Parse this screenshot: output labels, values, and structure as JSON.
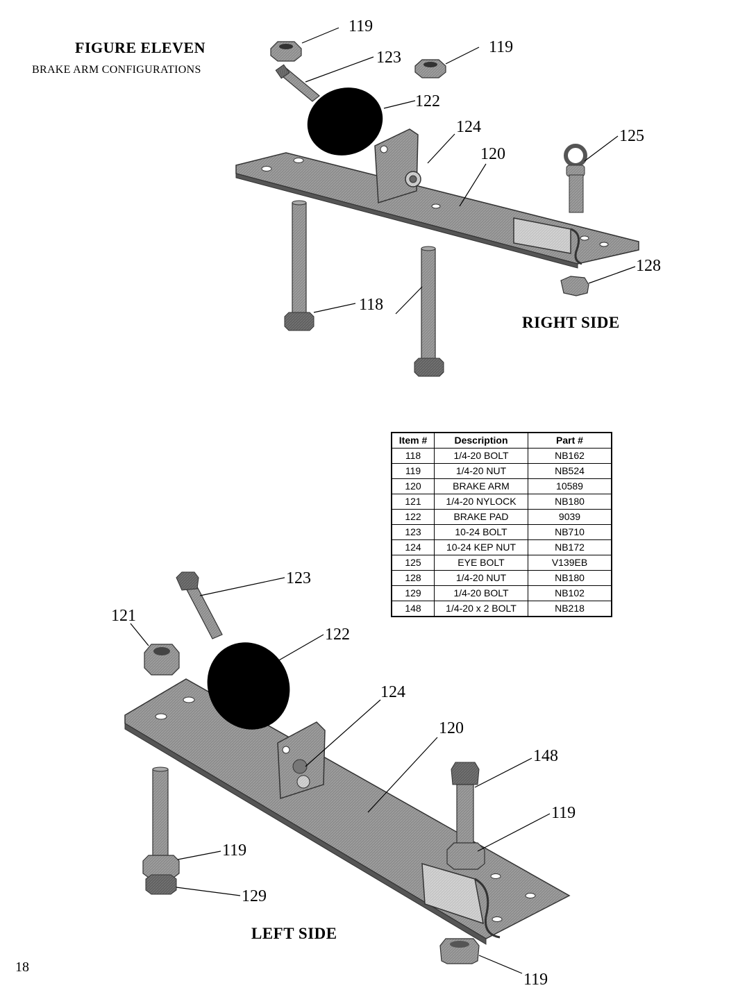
{
  "figure": {
    "title": "FIGURE ELEVEN",
    "subtitle": "BRAKE ARM CONFIGURATIONS",
    "page_number": "18"
  },
  "right_side": {
    "label": "RIGHT SIDE",
    "callouts": [
      "119",
      "123",
      "119",
      "122",
      "124",
      "120",
      "125",
      "128",
      "118"
    ]
  },
  "left_side": {
    "label": "LEFT SIDE",
    "callouts": [
      "123",
      "121",
      "122",
      "124",
      "120",
      "148",
      "119",
      "119",
      "129",
      "119"
    ]
  },
  "parts_table": {
    "headers": [
      "Item #",
      "Description",
      "Part #"
    ],
    "rows": [
      [
        "118",
        "1/4-20 BOLT",
        "NB162"
      ],
      [
        "119",
        "1/4-20 NUT",
        "NB524"
      ],
      [
        "120",
        "BRAKE ARM",
        "10589"
      ],
      [
        "121",
        "1/4-20 NYLOCK",
        "NB180"
      ],
      [
        "122",
        "BRAKE PAD",
        "9039"
      ],
      [
        "123",
        "10-24 BOLT",
        "NB710"
      ],
      [
        "124",
        "10-24 KEP NUT",
        "NB172"
      ],
      [
        "125",
        "EYE BOLT",
        "V139EB"
      ],
      [
        "128",
        "1/4-20 NUT",
        "NB180"
      ],
      [
        "129",
        "1/4-20 BOLT",
        "NB102"
      ],
      [
        "148",
        "1/4-20 x 2 BOLT",
        "NB218"
      ]
    ]
  },
  "colors": {
    "metal": "#8a8a8a",
    "metal_dark": "#555555",
    "metal_light": "#bdbdbd",
    "pad": "#000000"
  }
}
